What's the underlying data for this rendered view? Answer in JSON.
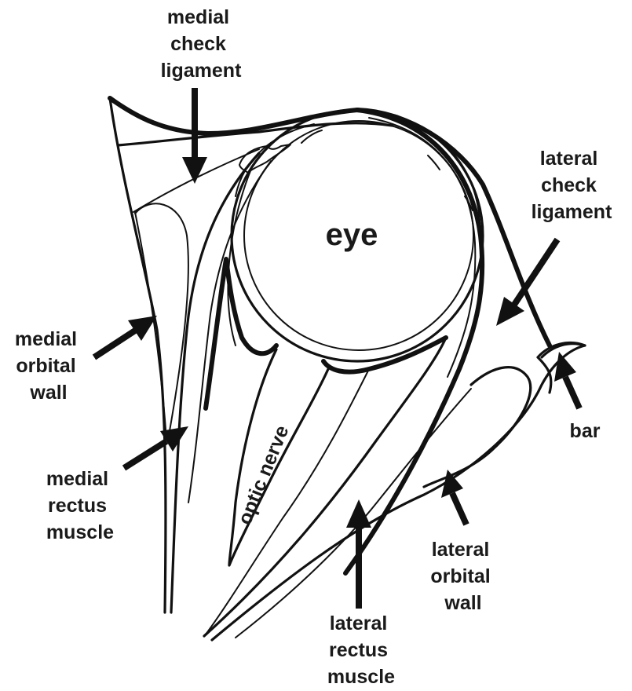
{
  "labels": {
    "medial_check_ligament": [
      "medial",
      "check",
      "ligament"
    ],
    "lateral_check_ligament": [
      "lateral",
      "check",
      "ligament"
    ],
    "eye": "eye",
    "medial_orbital_wall": [
      "medial",
      "orbital",
      "wall"
    ],
    "medial_rectus_muscle": [
      "medial",
      "rectus",
      "muscle"
    ],
    "optic_nerve": "optic nerve",
    "lateral_rectus_muscle": [
      "lateral",
      "rectus",
      "muscle"
    ],
    "lateral_orbital_wall": [
      "lateral",
      "orbital",
      "wall"
    ],
    "bar": "bar"
  },
  "colors": {
    "ink": "#111111",
    "text": "#1a1a1a",
    "background": "#ffffff"
  }
}
